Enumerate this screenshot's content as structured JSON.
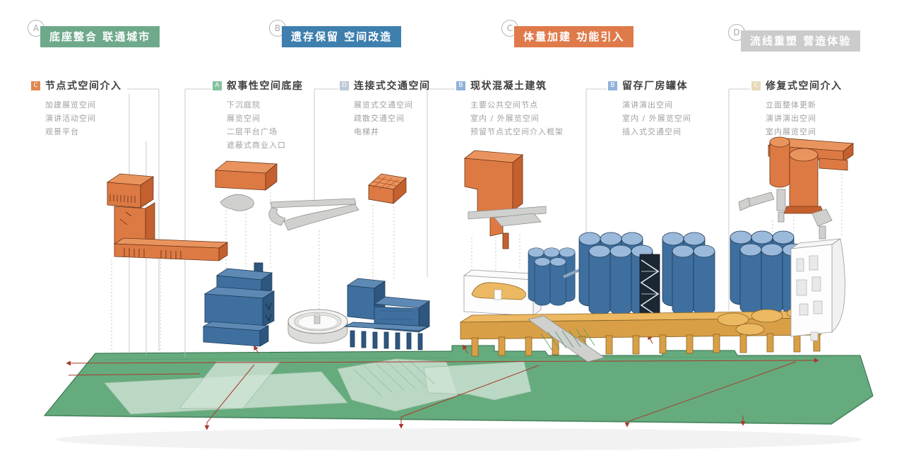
{
  "palette": {
    "green_header": "#6FA98C",
    "blue_header": "#3E7FAE",
    "orange_header": "#DF7A4B",
    "gray_header": "#CBCBCB",
    "site_green": "#66AB7D",
    "site_green_light": "#CFE3D5",
    "building_orange": "#DD7A44",
    "building_blue": "#3E6F9F",
    "tank_top_blue": "#9BB9DA",
    "platform_yellow": "#ECB862",
    "walkway_gray": "#D0D0CE",
    "circulation_red": "#A63A2F"
  },
  "legend": [
    {
      "letter": "A",
      "title": "底座整合 联通城市",
      "color": "#6FA98C"
    },
    {
      "letter": "B",
      "title": "遗存保留 空间改造",
      "color": "#3E7FAE"
    },
    {
      "letter": "C",
      "title": "体量加建 功能引入",
      "color": "#DF7A4B"
    },
    {
      "letter": "D",
      "title": "流线重塑 营造体验",
      "color": "#CBCBCB"
    }
  ],
  "columns": [
    {
      "icon_letter": "C",
      "icon_color": "#DE8850",
      "heading": "节点式空间介入",
      "items": [
        "加建展览空间",
        "演讲活动空间",
        "观景平台"
      ]
    },
    {
      "icon_letter": "A",
      "icon_color": "#84C29E",
      "heading": "叙事性空间底座",
      "items": [
        "下沉庭院",
        "展览空间",
        "二层平台广场",
        "遮蔽式商业入口"
      ]
    },
    {
      "icon_letter": "D",
      "icon_color": "#BCC9D6",
      "heading": "连接式交通空间",
      "items": [
        "展览式交通空间",
        "疏散交通空间",
        "电梯井"
      ]
    },
    {
      "icon_letter": "B",
      "icon_color": "#8FB2DB",
      "heading": "现状混凝土建筑",
      "items": [
        "主要公共空间节点",
        "室内 / 外展览空间",
        "预留节点式空间介入框架"
      ]
    },
    {
      "icon_letter": "B",
      "icon_color": "#8FB2DB",
      "heading": "留存厂房罐体",
      "items": [
        "演讲演出空间",
        "室内 / 外展览空间",
        "插入式交通空间"
      ]
    },
    {
      "icon_letter": "C",
      "icon_color": "#E9D8B8",
      "heading": "修复式空间介入",
      "items": [
        "立面整体更新",
        "演讲演出空间",
        "室内展览空间"
      ]
    }
  ]
}
